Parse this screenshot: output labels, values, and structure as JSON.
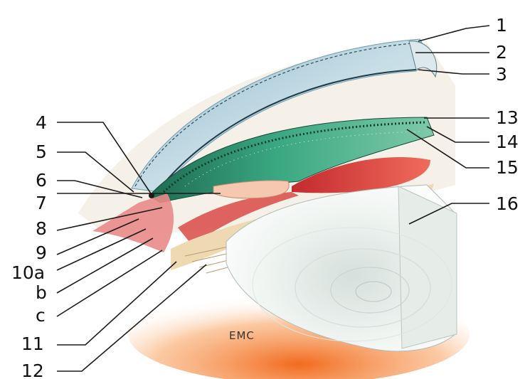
{
  "figure": {
    "labels": [
      "1",
      "2",
      "3",
      "4",
      "5",
      "6",
      "7",
      "8",
      "9",
      "10a",
      "b",
      "c",
      "11",
      "12",
      "13",
      "14",
      "15",
      "16"
    ],
    "signature": "EMC"
  },
  "colors": {
    "cornea_outer": "#9fc3d2",
    "cornea_inner": "#c9dde6",
    "iris_green": "#2f9e78",
    "iris_dark": "#1f5a46",
    "ciliary_red": "#d8363a",
    "ciliary_pink": "#f0a0a0",
    "sclera_cream": "#f3e2c0",
    "lens_white": "#eef2ef",
    "orange_glow": "#f07a2e"
  }
}
